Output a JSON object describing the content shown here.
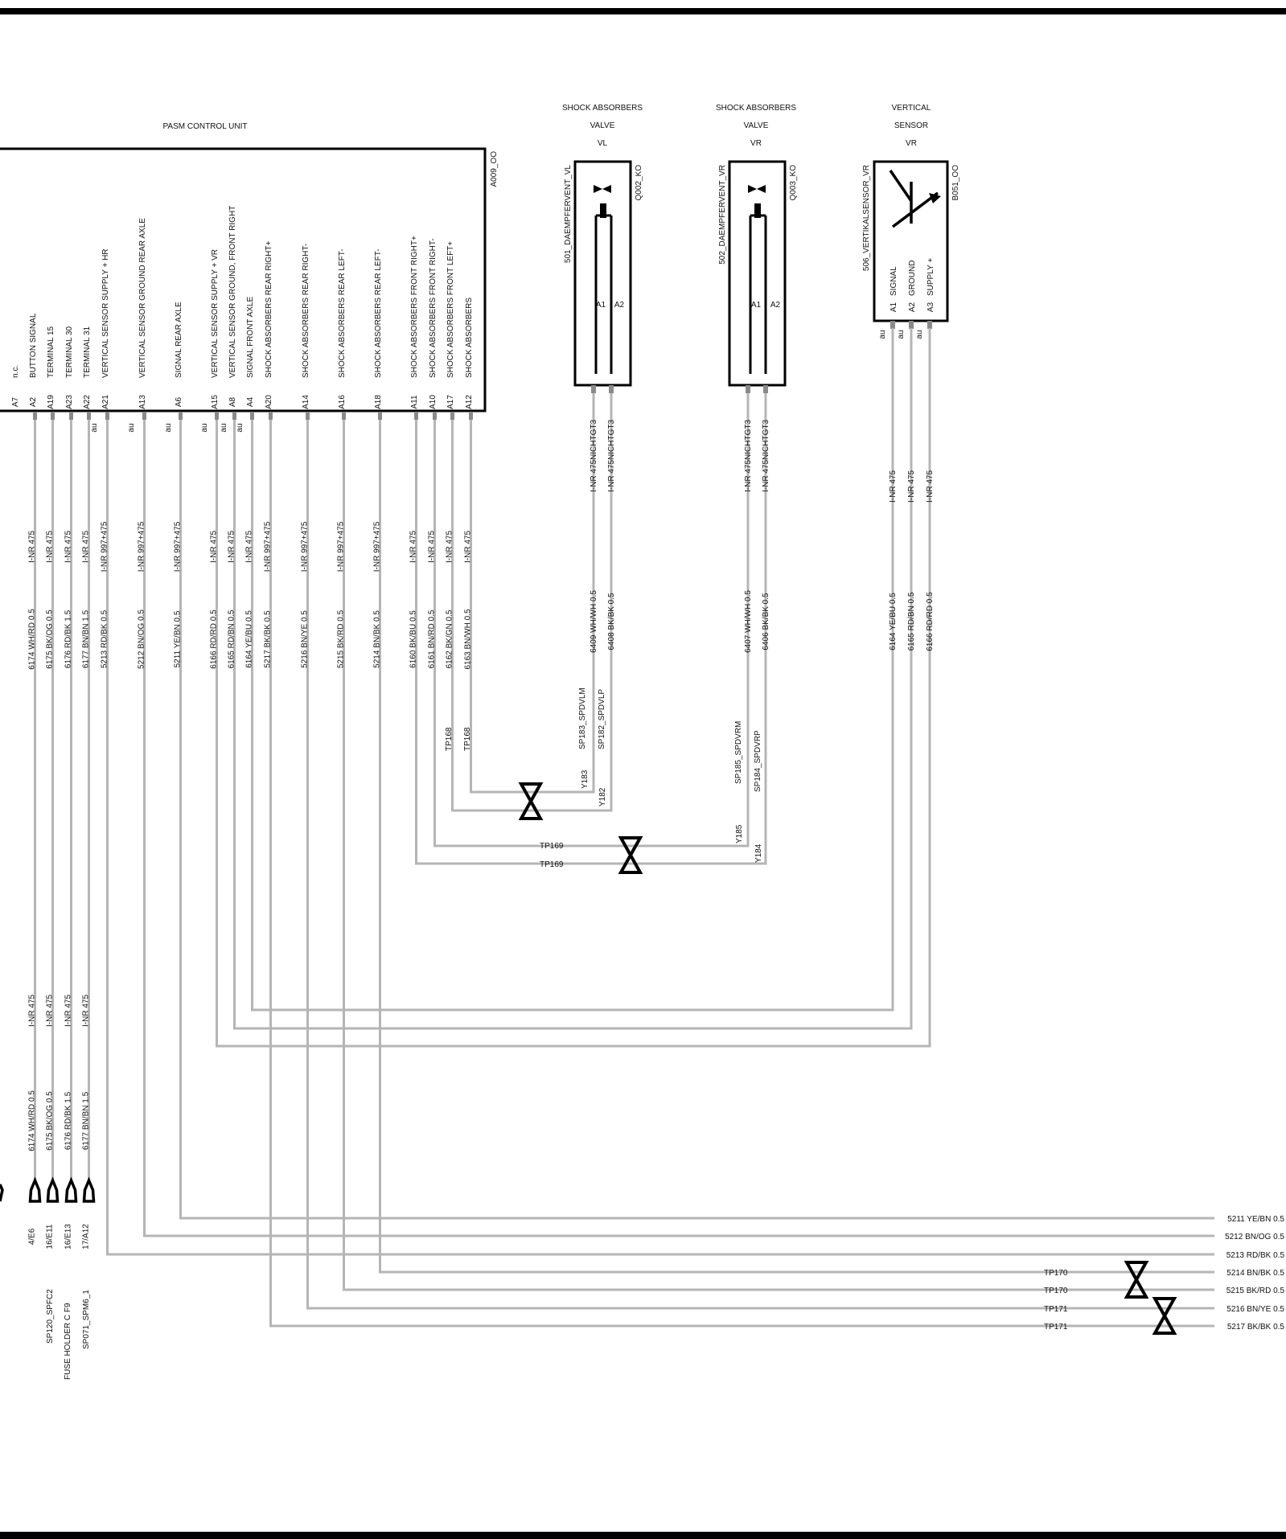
{
  "pasm": {
    "title": "PASM CONTROL UNIT",
    "code": "A009_OO",
    "pins": [
      {
        "pin": "A7",
        "label": "n.c."
      },
      {
        "pin": "A2",
        "label": "BUTTON SIGNAL"
      },
      {
        "pin": "A19",
        "label": "TERMINAL 15"
      },
      {
        "pin": "A23",
        "label": "TERMINAL 30"
      },
      {
        "pin": "A22",
        "label": "TERMINAL 31"
      },
      {
        "pin": "A21",
        "label": "VERTICAL SENSOR SUPPLY + HR"
      },
      {
        "pin": "A13",
        "label": "VERTICAL SENSOR GROUND REAR AXLE"
      },
      {
        "pin": "A6",
        "label": "SIGNAL REAR AXLE"
      },
      {
        "pin": "A15",
        "label": "VERTICAL SENSOR SUPPLY + VR"
      },
      {
        "pin": "A8",
        "label": "VERTICAL SENSOR GROUND, FRONT RIGHT"
      },
      {
        "pin": "A4",
        "label": "SIGNAL FRONT AXLE"
      },
      {
        "pin": "A20",
        "label": "SHOCK ABSORBERS REAR RIGHT+"
      },
      {
        "pin": "A14",
        "label": "SHOCK ABSORBERS REAR RIGHT-"
      },
      {
        "pin": "A16",
        "label": "SHOCK ABSORBERS REAR LEFT-"
      },
      {
        "pin": "A18",
        "label": "SHOCK ABSORBERS REAR LEFT-"
      },
      {
        "pin": "A11",
        "label": "SHOCK ABSORBERS FRONT RIGHT+"
      },
      {
        "pin": "A10",
        "label": "SHOCK ABSORBERS FRONT RIGHT-"
      },
      {
        "pin": "A17",
        "label": "SHOCK ABSORBERS FRONT LEFT+"
      },
      {
        "pin": "A12",
        "label": "SHOCK ABSORBERS"
      }
    ]
  },
  "valve_vl": {
    "title": [
      "SHOCK ABSORBERS",
      "VALVE",
      "VL"
    ],
    "code": "Q002_KO",
    "name": "501_DAEMPFERVENT_VL",
    "pins": [
      "A1",
      "A2"
    ]
  },
  "valve_vr": {
    "title": [
      "SHOCK ABSORBERS",
      "VALVE",
      "VR"
    ],
    "code": "Q003_KO",
    "name": "502_DAEMPFERVENT_VR",
    "pins": [
      "A1",
      "A2"
    ]
  },
  "sensor_vr": {
    "title": [
      "VERTICAL",
      "SENSOR",
      "VR"
    ],
    "code": "B051_OO",
    "name": "506_VERTIKALSENSOR_VR",
    "pins": [
      {
        "pin": "A1",
        "label": "SIGNAL"
      },
      {
        "pin": "A2",
        "label": "GROUND"
      },
      {
        "pin": "A3",
        "label": "SUPPLY +"
      }
    ]
  },
  "au_label": "au",
  "wires": [
    {
      "id": "6174",
      "label": "6174 WH/RD 0.5",
      "inr": "I-NR 475"
    },
    {
      "id": "6175",
      "label": "6175 BK/OG 0.5",
      "inr": "I-NR 475"
    },
    {
      "id": "6176",
      "label": "6176 RD/BK 1.5",
      "inr": "I-NR 475"
    },
    {
      "id": "6177",
      "label": "6177 BN/BN 1.5",
      "inr": "I-NR 475"
    },
    {
      "id": "5213",
      "label": "5213 RD/BK 0.5",
      "inr": "I-NR 997+475"
    },
    {
      "id": "5212",
      "label": "5212 BN/OG 0.5",
      "inr": "I-NR 997+475"
    },
    {
      "id": "5211",
      "label": "5211 YE/BN 0.5",
      "inr": "I-NR 997+475"
    },
    {
      "id": "6166",
      "label": "6166 RD/RD 0.5",
      "inr": "I-NR 475"
    },
    {
      "id": "6165",
      "label": "6165 RD/BN 0.5",
      "inr": "I-NR 475"
    },
    {
      "id": "6164",
      "label": "6164 YE/BU 0.5",
      "inr": "I-NR 475"
    },
    {
      "id": "5217",
      "label": "5217 BK/BK 0.5",
      "inr": "I-NR 997+475"
    },
    {
      "id": "5216",
      "label": "5216 BN/YE 0.5",
      "inr": "I-NR 997+475"
    },
    {
      "id": "5215",
      "label": "5215 BK/RD 0.5",
      "inr": "I-NR 997+475"
    },
    {
      "id": "5214",
      "label": "5214 BN/BK 0.5",
      "inr": "I-NR 997+475"
    },
    {
      "id": "6160",
      "label": "6160 BK/BU 0.5",
      "inr": "I-NR 475"
    },
    {
      "id": "6161",
      "label": "6161 BN/RD 0.5",
      "inr": "I-NR 475"
    },
    {
      "id": "6162",
      "label": "6162 BK/GN 0.5",
      "inr": "I-NR 475"
    },
    {
      "id": "6163",
      "label": "6163 BN/WH 0.5",
      "inr": "I-NR 475"
    },
    {
      "id": "6409",
      "label": "6409 WH/WH 0.5",
      "inr": "I-NR 475NICHTGT3"
    },
    {
      "id": "6408",
      "label": "6408 BK/BK 0.5",
      "inr": "I-NR 475NICHTGT3"
    },
    {
      "id": "6407",
      "label": "6407 WH/WH 0.5",
      "inr": "I-NR 475NICHTGT3"
    },
    {
      "id": "6406",
      "label": "6406 BK/BK 0.5",
      "inr": "I-NR 475NICHTGT3"
    },
    {
      "id": "6164s",
      "label": "6164 YE/BU 0.5",
      "inr": "I-NR 475"
    },
    {
      "id": "6165s",
      "label": "6165 RD/BN 0.5",
      "inr": "I-NR 475"
    },
    {
      "id": "6166s",
      "label": "6166 RD/RD 0.5",
      "inr": "I-NR 475"
    }
  ],
  "lower_wires": [
    {
      "label": "6174 WH/RD 0.5",
      "inr": "I-NR 475",
      "ref": "4/E6"
    },
    {
      "label": "6175 BK/OG 0.5",
      "inr": "I-NR 475",
      "ref": "16/E11"
    },
    {
      "label": "6176 RD/BK 1.5",
      "inr": "I-NR 475",
      "ref": "16/E13"
    },
    {
      "label": "6177 BN/BN 1.5",
      "inr": "I-NR 475",
      "ref": "17/A12"
    }
  ],
  "lower_names": [
    "SP120_SPFC2",
    "FUSE HOLDER C   F9",
    "SP071_SPM6_1"
  ],
  "splices": {
    "sp183": "SP183_SPDVLM",
    "sp182": "SP182_SPDVLP",
    "sp185": "SP185_SPDVRM",
    "sp184": "SP184_SPDVRP",
    "y183": "Y183",
    "y182": "Y182",
    "y185": "Y185",
    "y184": "Y184",
    "tp168": "TP168",
    "tp169": "TP169",
    "tp170": "TP170",
    "tp171": "TP171"
  },
  "right_wires": [
    "5211 YE/BN 0.5",
    "5212 BN/OG 0.5",
    "5213 RD/BK 0.5",
    "5214 BN/BK 0.5",
    "5215 BK/RD 0.5",
    "5216 BN/YE 0.5",
    "5217 BK/BK 0.5"
  ],
  "colors": {
    "line": "#000000",
    "wire": "#b5b5b5",
    "pin": "#8a8a8a"
  }
}
